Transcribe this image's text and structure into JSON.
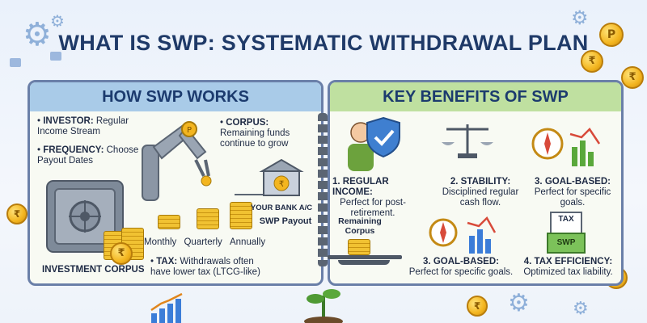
{
  "title": "WHAT IS SWP: SYSTEMATIC WITHDRAWAL PLAN",
  "left_panel": {
    "header": "HOW SWP WORKS",
    "investor": {
      "label": "INVESTOR:",
      "text": "Regular Income Stream"
    },
    "frequency": {
      "label": "FREQUENCY:",
      "text": "Choose Payout Dates"
    },
    "corpus": {
      "label": "CORPUS:",
      "text": "Remaining funds continue to grow"
    },
    "bank": "YOUR BANK A/C",
    "swp_payout": "SWP Payout",
    "payouts": [
      "Monthly",
      "Quarterly",
      "Annually"
    ],
    "investment_corpus": "INVESTMENT CORPUS",
    "tax": {
      "label": "TAX:",
      "text": "Withdrawals often have lower tax (LTCG-like)"
    },
    "remaining_corpus": "Remaining Corpus"
  },
  "right_panel": {
    "header": "KEY BENEFITS OF SWP",
    "benefits": [
      {
        "title": "1. REGULAR INCOME:",
        "text": "Perfect for post-retirement."
      },
      {
        "title": "2. STABILITY:",
        "text": "Disciplined regular cash flow."
      },
      {
        "title": "3. GOAL-BASED:",
        "text": "Perfect for specific goals."
      },
      {
        "title": "3. GOAL-BASED:",
        "text": "Perfect for specific goals."
      },
      {
        "title": "4. TAX EFFICIENCY:",
        "text": "Optimized tax liability."
      }
    ],
    "tax_doc_label": "TAX",
    "swp_doc_label": "SWP"
  },
  "symbols": {
    "rupee": "₹",
    "p": "P"
  },
  "colors": {
    "title": "#1f3a68",
    "left_header_bg": "#a9cbe8",
    "right_header_bg": "#bfe0a0",
    "coin": "#f3b51f"
  }
}
